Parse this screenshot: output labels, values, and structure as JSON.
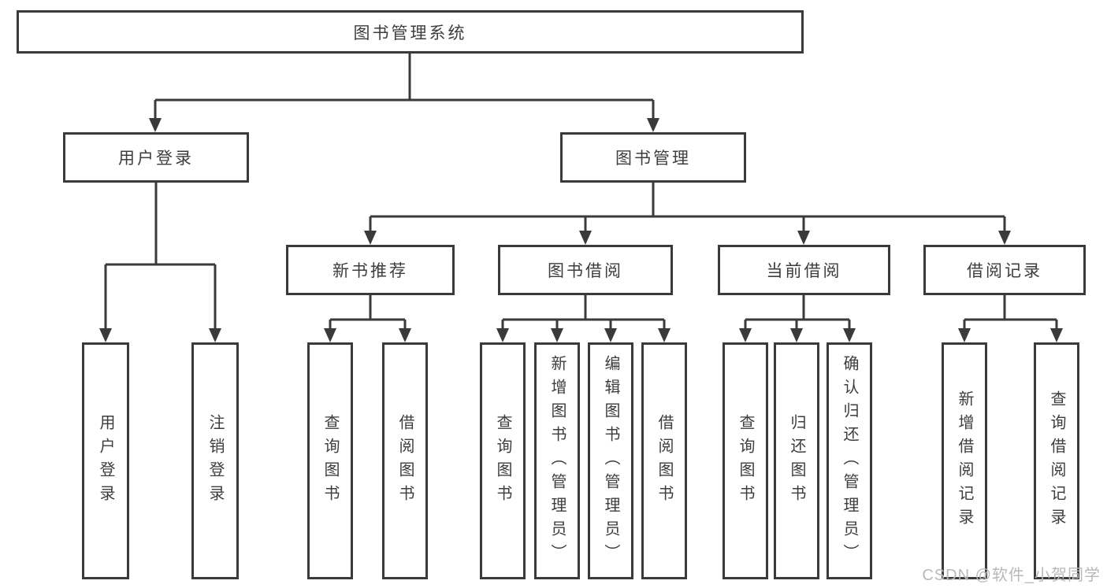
{
  "tree": {
    "root": {
      "label": "图书管理系统"
    },
    "branches": [
      {
        "label": "用户登录",
        "children": [
          {
            "label": "用户登录"
          },
          {
            "label": "注销登录"
          }
        ]
      },
      {
        "label": "图书管理",
        "children": [
          {
            "label": "新书推荐",
            "children": [
              {
                "label": "查询图书"
              },
              {
                "label": "借阅图书"
              }
            ]
          },
          {
            "label": "图书借阅",
            "children": [
              {
                "label": "查询图书"
              },
              {
                "label": "新增图书（管理员）"
              },
              {
                "label": "编辑图书（管理员）"
              },
              {
                "label": "借阅图书"
              }
            ]
          },
          {
            "label": "当前借阅",
            "children": [
              {
                "label": "查询图书"
              },
              {
                "label": "归还图书"
              },
              {
                "label": "确认归还（管理员）"
              }
            ]
          },
          {
            "label": "借阅记录",
            "children": [
              {
                "label": "新增借阅记录"
              },
              {
                "label": "查询借阅记录"
              }
            ]
          }
        ]
      }
    ]
  },
  "watermark": {
    "text": "CSDN @软件_小贺同学"
  },
  "colors": {
    "line": "#3a3a3a",
    "box_border": "#3a3a3a",
    "text": "#3d3d3d",
    "background": "#ffffff",
    "watermark": "#b9b9b9"
  }
}
